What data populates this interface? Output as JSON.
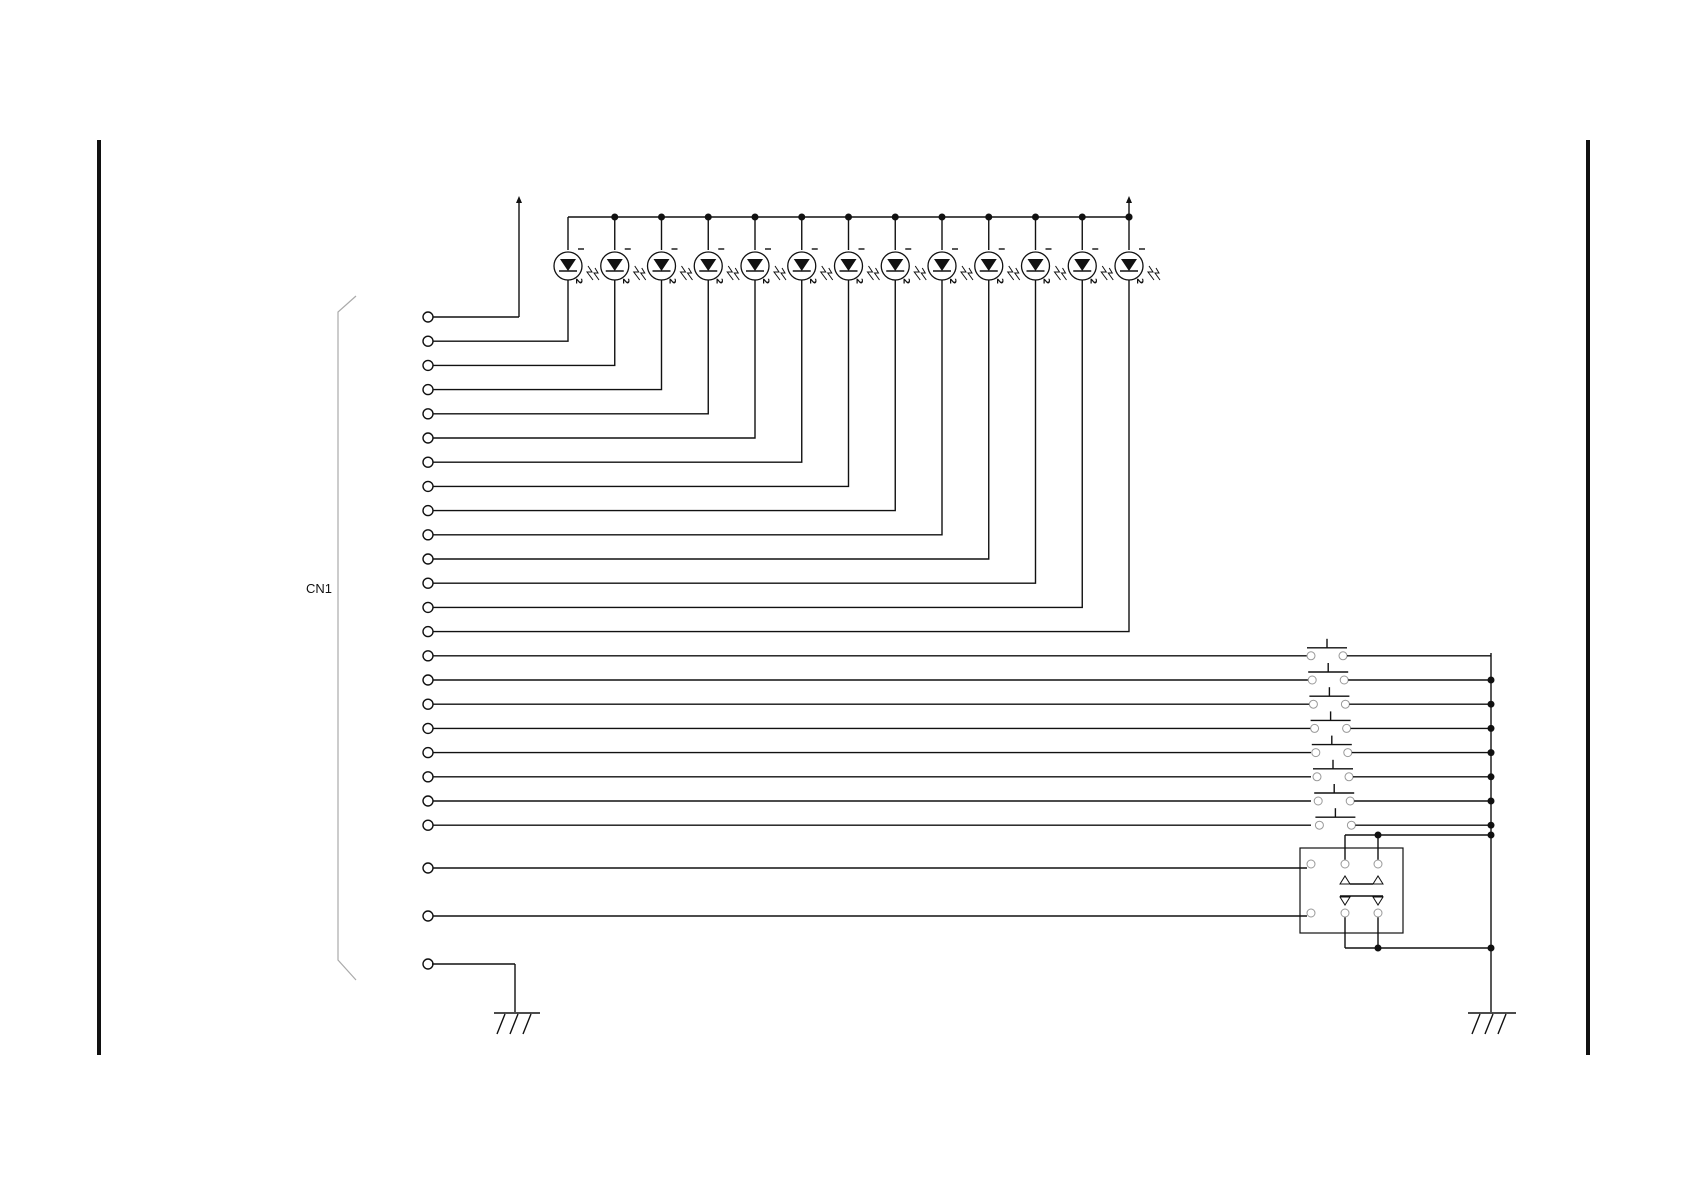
{
  "connector": {
    "label": "CN1"
  },
  "leds": {
    "count": 13,
    "pin_label": "2"
  },
  "switches": {
    "count": 8
  }
}
